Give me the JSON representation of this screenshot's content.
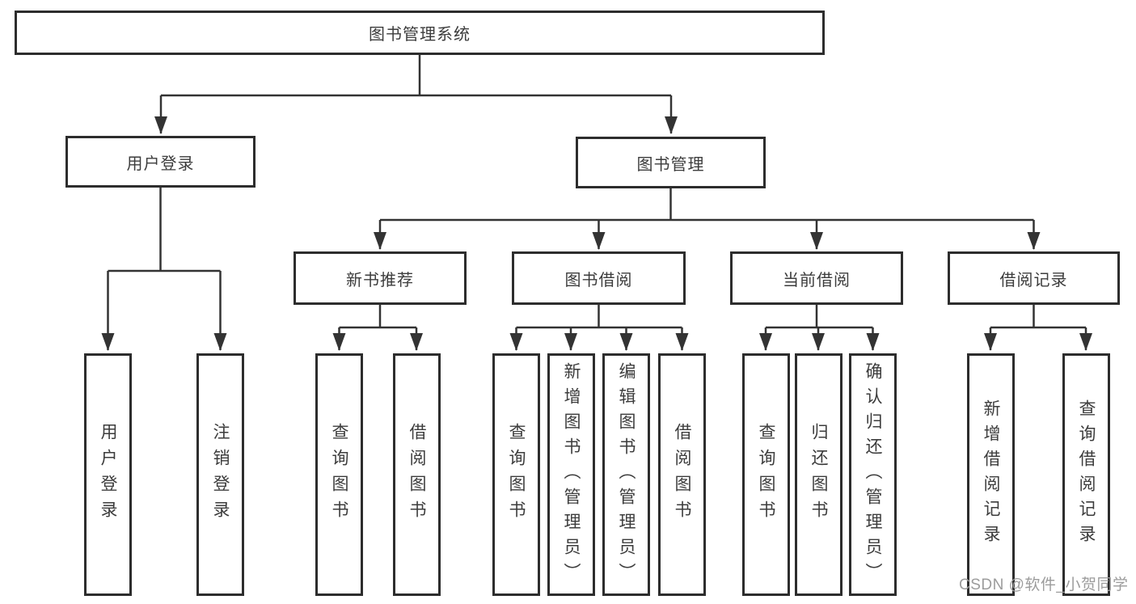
{
  "diagram": {
    "root": {
      "label": "图书管理系统"
    },
    "level2": [
      {
        "label": "用户登录"
      },
      {
        "label": "图书管理"
      }
    ],
    "level3": [
      {
        "label": "新书推荐"
      },
      {
        "label": "图书借阅"
      },
      {
        "label": "当前借阅"
      },
      {
        "label": "借阅记录"
      }
    ],
    "leaves": {
      "user_login": [
        {
          "label": "用户登录"
        },
        {
          "label": "注销登录"
        }
      ],
      "new_book": [
        {
          "label": "查询图书"
        },
        {
          "label": "借阅图书"
        }
      ],
      "book_borrow": [
        {
          "label": "查询图书"
        },
        {
          "label": "新增图书（管理员）"
        },
        {
          "label": "编辑图书（管理员）"
        },
        {
          "label": "借阅图书"
        }
      ],
      "current_borrow": [
        {
          "label": "查询图书"
        },
        {
          "label": "归还图书"
        },
        {
          "label": "确认归还（管理员）"
        }
      ],
      "borrow_record": [
        {
          "label": "新增借阅记录"
        },
        {
          "label": "查询借阅记录"
        }
      ]
    }
  },
  "watermark": "CSDN @软件_小贺同学",
  "colors": {
    "line": "#333333",
    "box_border": "#2d2d2d",
    "text": "#3c3c3c",
    "watermark": "#9c9c9c",
    "background": "#ffffff"
  }
}
